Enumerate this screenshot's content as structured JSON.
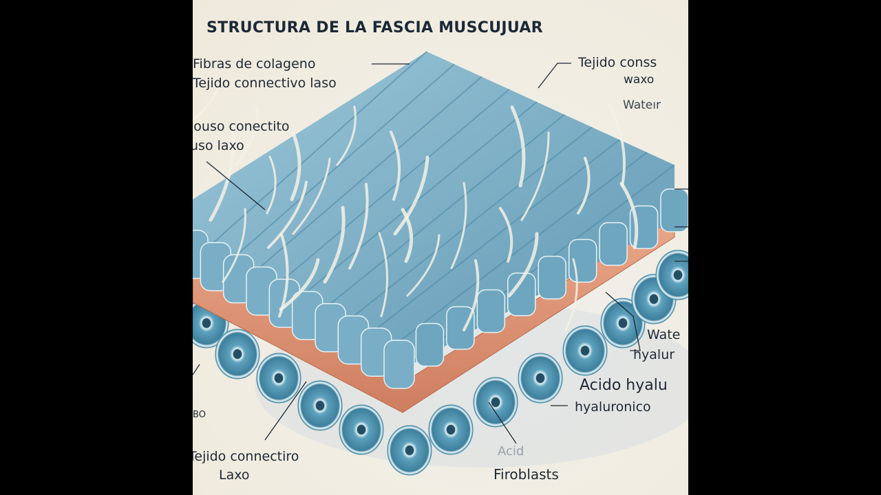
{
  "title": "STRUCTURA DE LA FASCIA MUSCUJUAR",
  "labels": {
    "top_left_1": "Fibras de colageno",
    "top_left_2": "Tejido connectivo laso",
    "top_right_1": "Tejido conss",
    "top_right_2": "waxo",
    "top_right_3": "Wateır",
    "mid_left_1": "louso conectito",
    "mid_left_2": "uso laxo",
    "right_1": "Wate",
    "right_2": "hyalur",
    "right_3": "Acido hyalu",
    "right_4": "hyaluronico",
    "left_small": "BO",
    "bottom_left_1": "Tejido connectiro",
    "bottom_left_2": "Laxo",
    "bottom_mid_1": "Acid",
    "bottom_mid_2": "Firoblasts"
  },
  "colors": {
    "fiber": "#7fb1c8",
    "fiber_dark": "#4f8aa6",
    "fascia": "#e29a7c",
    "collagen": "#f3f1e6",
    "ink": "#1d2733"
  }
}
